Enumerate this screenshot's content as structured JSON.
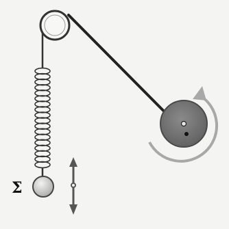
{
  "labels": {
    "body": "Σ"
  },
  "colors": {
    "background": "#f4f4f2",
    "pulley_fill": "#f7f7f5",
    "line": "#222222",
    "spring": "#333333",
    "disk": "#6f6f6f",
    "disk_edge": "#4a4a4a",
    "rotation_arrow": "#a8a8a8",
    "bob": "#cfcfcd",
    "motion_arrow": "#555555"
  },
  "icons": {
    "rotation": "curved-arrow-counterclockwise",
    "motion": "double-headed-vertical-arrow"
  }
}
